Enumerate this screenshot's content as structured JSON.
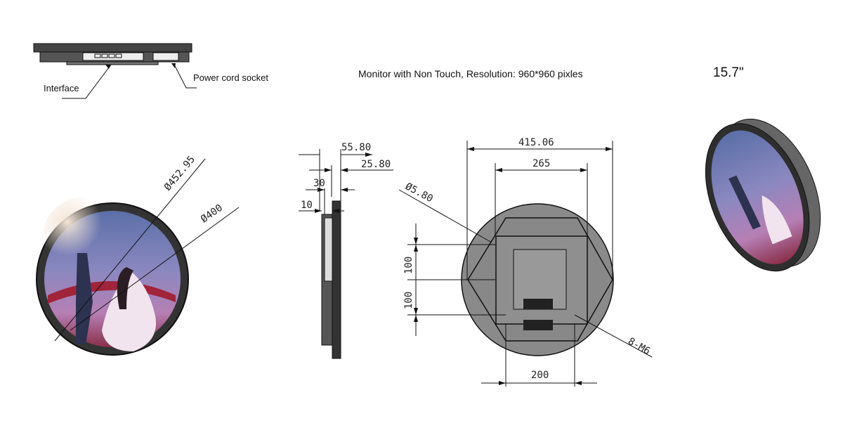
{
  "top_view": {
    "interface_label": "Interface",
    "power_label": "Power cord socket"
  },
  "header": {
    "description": "Monitor with Non Touch,  Resolution: 960*960 pixles",
    "size": "15.7\""
  },
  "front_view": {
    "outer_diameter": "Ø452.95",
    "screen_diameter": "Ø400"
  },
  "side_view": {
    "dims": [
      "55.80",
      "25.80",
      "30",
      "10"
    ]
  },
  "back_view": {
    "width": "415.06",
    "inner_width": "265",
    "hole": "Ø5.80",
    "vesa_v1": "100",
    "vesa_v2": "100",
    "screws": "8-M6",
    "vesa_h": "200"
  },
  "colors": {
    "housing": "#3a3a3a",
    "back_plate": "#8a8a8a"
  }
}
